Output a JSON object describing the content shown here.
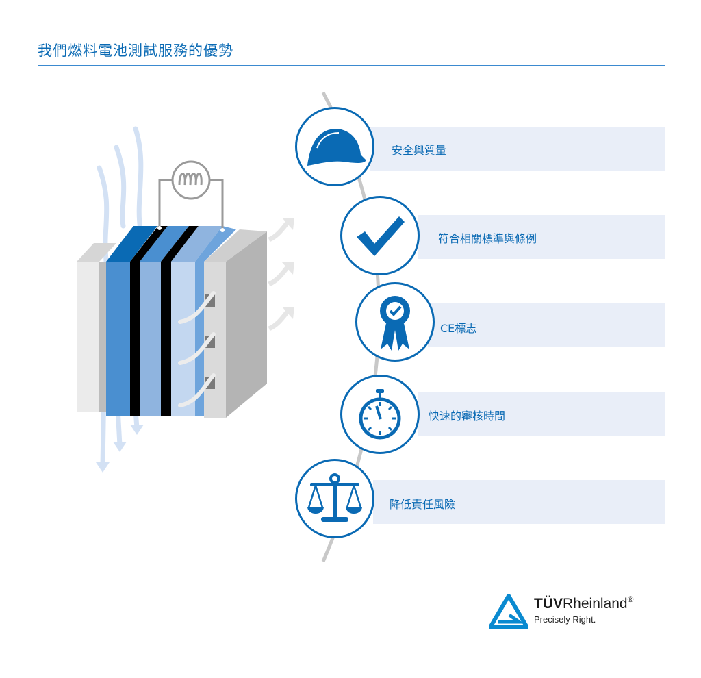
{
  "header": {
    "title": "我們燃料電池測試服務的優勢"
  },
  "colors": {
    "brand_blue": "#0a6ab4",
    "banner_bg": "#e9eef8",
    "rule": "#3b8ad0",
    "timeline_gray": "#c8c8c8"
  },
  "illustration": {
    "name": "fuel-cell-diagram",
    "description": "Fuel cell stack with gas flows, membrane layers and load lamp"
  },
  "benefits": [
    {
      "label": "安全與質量",
      "icon": "hard-hat-icon"
    },
    {
      "label": "符合相關標準與條例",
      "icon": "checkmark-icon"
    },
    {
      "label": "CE標志",
      "icon": "award-ribbon-icon"
    },
    {
      "label": "快速的審核時間",
      "icon": "stopwatch-icon"
    },
    {
      "label": "降低責任風險",
      "icon": "scales-icon"
    }
  ],
  "logo": {
    "brand_bold": "TÜV",
    "brand_rest": "Rheinland",
    "registered": "®",
    "tagline": "Precisely Right."
  }
}
